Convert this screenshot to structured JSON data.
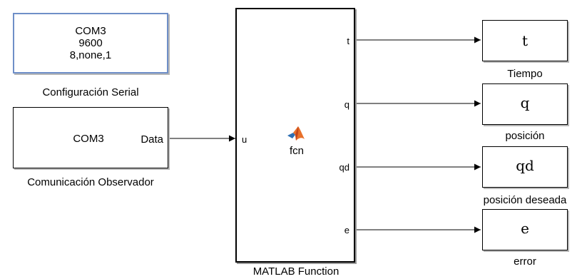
{
  "blocks": {
    "serial_config": {
      "lines": [
        "COM3",
        "9600",
        "8,none,1"
      ],
      "caption": "Configuración Serial"
    },
    "observer_comm": {
      "text": "COM3",
      "port_out": "Data",
      "caption": "Comunicación Observador"
    },
    "matlab_function": {
      "name": "fcn",
      "caption": "MATLAB Function",
      "port_in": "u",
      "ports_out": [
        "t",
        "q",
        "qd",
        "e"
      ]
    },
    "scope_t": {
      "symbol": "t",
      "caption": "Tiempo"
    },
    "scope_q": {
      "symbol": "q",
      "caption": "posición"
    },
    "scope_qd": {
      "symbol": "qd",
      "caption": "posición deseada"
    },
    "scope_e": {
      "symbol": "e",
      "caption": "error"
    }
  },
  "colors": {
    "line": "#000000",
    "selected_border": "#6f8fc8",
    "matlab_icon_orange": "#e8702a",
    "matlab_icon_blue": "#2d6fb3"
  },
  "icons": {
    "matlab_logo": "matlab-logo-icon"
  }
}
